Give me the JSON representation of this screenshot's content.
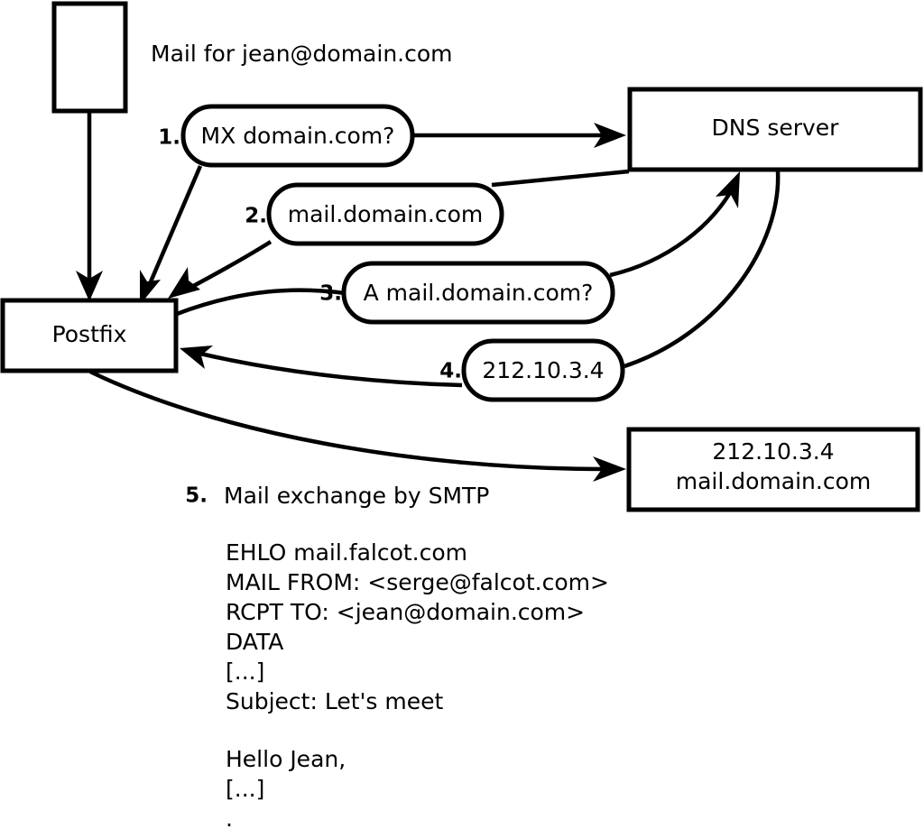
{
  "diagram": {
    "title_note": "Mail for jean@domain.com",
    "nodes": [
      {
        "id": "client",
        "label": ""
      },
      {
        "id": "postfix",
        "label": "Postfix"
      },
      {
        "id": "dns",
        "label": "DNS server"
      },
      {
        "id": "target",
        "label_line1": "212.10.3.4",
        "label_line2": "mail.domain.com"
      }
    ],
    "steps": [
      {
        "number": "1.",
        "label": "MX domain.com?"
      },
      {
        "number": "2.",
        "label": "mail.domain.com"
      },
      {
        "number": "3.",
        "label": "A mail.domain.com?"
      },
      {
        "number": "4.",
        "label": "212.10.3.4"
      },
      {
        "number": "5.",
        "label": "Mail exchange by SMTP"
      }
    ],
    "transcript": [
      "EHLO mail.falcot.com",
      "MAIL FROM: <serge@falcot.com>",
      "RCPT TO: <jean@domain.com>",
      "DATA",
      "[...]",
      "Subject: Let's meet",
      "",
      "Hello Jean,",
      "[...]",
      "."
    ],
    "colors": {
      "stroke": "#000000",
      "fill": "#ffffff",
      "text": "#000000"
    }
  }
}
